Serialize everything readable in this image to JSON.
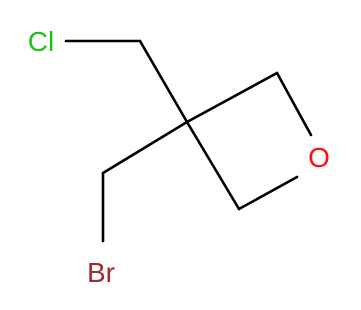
{
  "molecule": {
    "atoms": {
      "chlorine": {
        "label": "Cl",
        "color": "#1fc01f"
      },
      "oxygen": {
        "label": "O",
        "color": "#ff0d0d"
      },
      "bromine": {
        "label": "Br",
        "color": "#a52a2a"
      }
    },
    "bond_color": "#000000"
  }
}
